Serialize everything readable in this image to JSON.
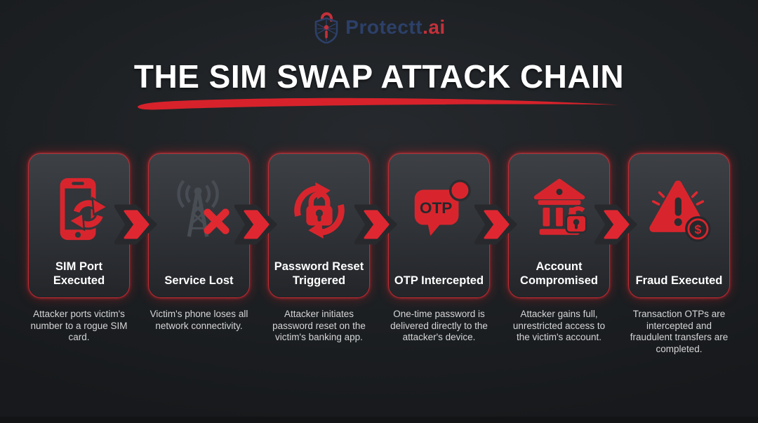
{
  "logo": {
    "name": "Protectt",
    "suffix": ".ai"
  },
  "title": "THE SIM SWAP ATTACK CHAIN",
  "colors": {
    "accent_red": "#df2730",
    "card_bg_top": "#3d4045",
    "card_bg_bottom": "#232529",
    "background": "#1d2023",
    "logo_blue": "#2c4069",
    "logo_red": "#c4303a"
  },
  "steps": [
    {
      "id": "sim-port-executed",
      "icon": "phone-swap-icon",
      "title": "SIM Port Executed",
      "description": "Attacker ports victim's number to a rogue SIM card."
    },
    {
      "id": "service-lost",
      "icon": "antenna-offline-icon",
      "title": "Service Lost",
      "description": "Victim's phone loses all network connectivity."
    },
    {
      "id": "password-reset-triggered",
      "icon": "lock-reset-icon",
      "title": "Password Reset Triggered",
      "description": "Attacker initiates password reset on the victim's banking app."
    },
    {
      "id": "otp-intercepted",
      "icon": "otp-message-icon",
      "icon_text": "OTP",
      "title": "OTP Intercepted",
      "description": "One-time password is delivered directly to the attacker's device."
    },
    {
      "id": "account-compromised",
      "icon": "bank-unlocked-icon",
      "title": "Account Compromised",
      "description": "Attacker gains full, unrestricted access to the victim's account."
    },
    {
      "id": "fraud-executed",
      "icon": "fraud-alert-icon",
      "badge_text": "$",
      "title": "Fraud Executed",
      "description": "Transaction OTPs are intercepted and fraudulent transfers are completed."
    }
  ]
}
